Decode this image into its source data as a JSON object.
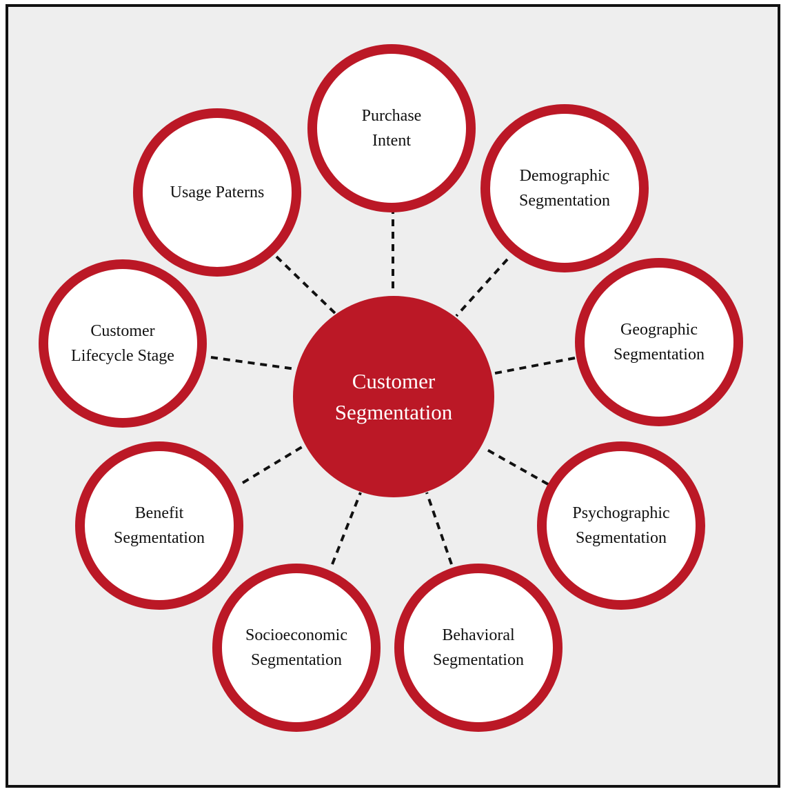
{
  "diagram": {
    "center_label": "Customer\nSegmentation",
    "nodes": [
      {
        "id": "purchase-intent",
        "label": "Purchase\nIntent"
      },
      {
        "id": "demographic",
        "label": "Demographic\nSegmentation"
      },
      {
        "id": "geographic",
        "label": "Geographic\nSegmentation"
      },
      {
        "id": "psychographic",
        "label": "Psychographic\nSegmentation"
      },
      {
        "id": "behavioral",
        "label": "Behavioral\nSegmentation"
      },
      {
        "id": "socioeconomic",
        "label": "Socioeconomic\nSegmentation"
      },
      {
        "id": "benefit",
        "label": "Benefit\nSegmentation"
      },
      {
        "id": "lifecycle",
        "label": "Customer\nLifecycle Stage"
      },
      {
        "id": "usage",
        "label": "Usage Paterns"
      }
    ]
  },
  "colors": {
    "accent": "#bb1826",
    "background": "#eeeeee",
    "border": "#111111",
    "connector": "#111111"
  }
}
